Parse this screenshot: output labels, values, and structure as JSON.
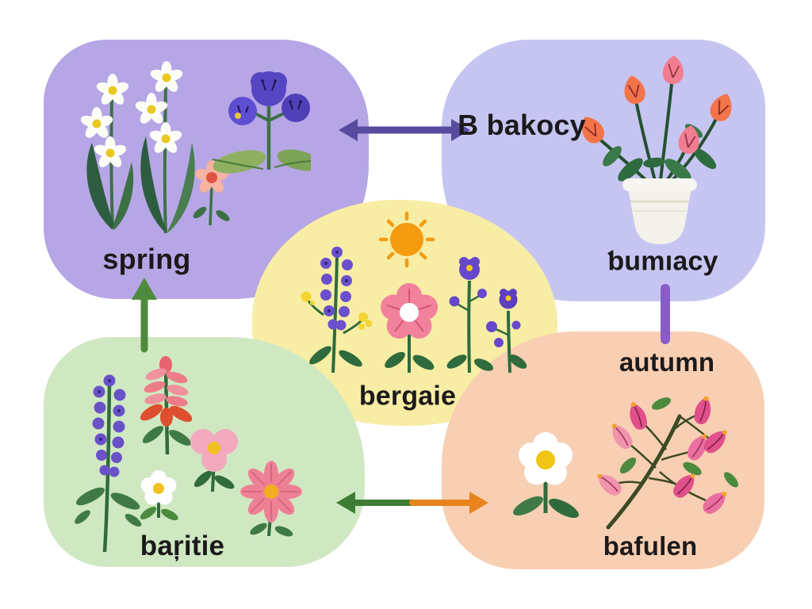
{
  "title": "seasonal flowers diagram",
  "background": "#ffffff",
  "nodes": {
    "top_left": {
      "label": "spring",
      "color": "#b6a6e6",
      "illustration": "narcissus-stalks, small-pink-flower, purple-primrose"
    },
    "top_right": {
      "heading": "B bakocy",
      "label": "ƅumıacy",
      "color": "#c6c5f2",
      "illustration": "tulips-in-white-pot"
    },
    "center": {
      "label": "bergaie",
      "color": "#f8eda4",
      "illustration": "lavender-spike, sun, pink-daisy, violets"
    },
    "bottom_left": {
      "label": "baŗitie",
      "color": "#cfe8c2",
      "illustration": "lupine, indian-paintbrush, pink-poppy, white-daisy, cosmos"
    },
    "bottom_right": {
      "heading": "autumn",
      "label": "bafulen",
      "color": "#f8cfb3",
      "illustration": "white-daisy, bougainvillea-branch"
    }
  },
  "connectors": {
    "top_double_arrow": {
      "type": "double-arrow",
      "color": "#584a9d"
    },
    "left_up_arrow": {
      "type": "arrow-up",
      "color": "#4e8a3c"
    },
    "right_bar": {
      "type": "bar",
      "color": "#8a5cc8"
    },
    "bottom_double_arrow": {
      "type": "double-arrow",
      "color_left": "#3c7d33",
      "color_right": "#e8831d"
    }
  }
}
